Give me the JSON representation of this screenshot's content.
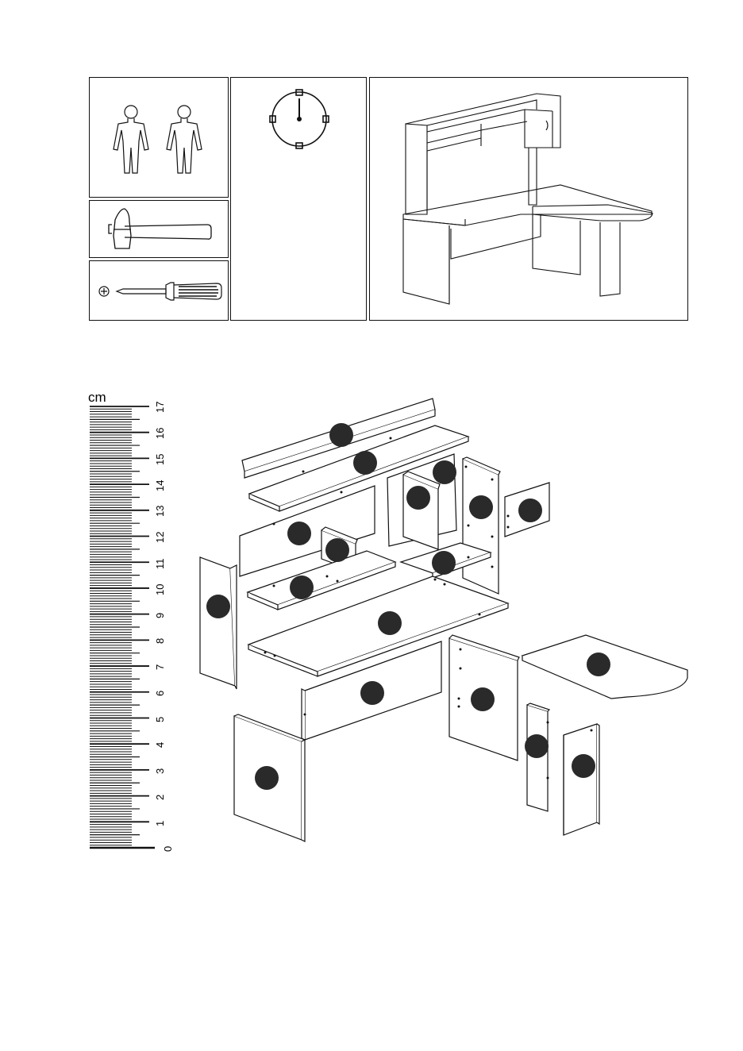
{
  "tools": {
    "persons_icon": "two-persons-icon",
    "hammer_icon": "hammer-icon",
    "screwdriver_icon": "phillips-screwdriver-icon",
    "time_icon": "clock-icon",
    "assembled_icon": "assembled-corner-desk"
  },
  "ruler": {
    "unit": "cm",
    "numbers": [
      "0",
      "1",
      "2",
      "3",
      "4",
      "5",
      "6",
      "7",
      "8",
      "9",
      "10",
      "11",
      "12",
      "13",
      "14",
      "15",
      "16",
      "17"
    ]
  },
  "parts_icon": "numbered-part-marker",
  "colors": {
    "line": "#111111",
    "marker": "#2a2a2a"
  }
}
